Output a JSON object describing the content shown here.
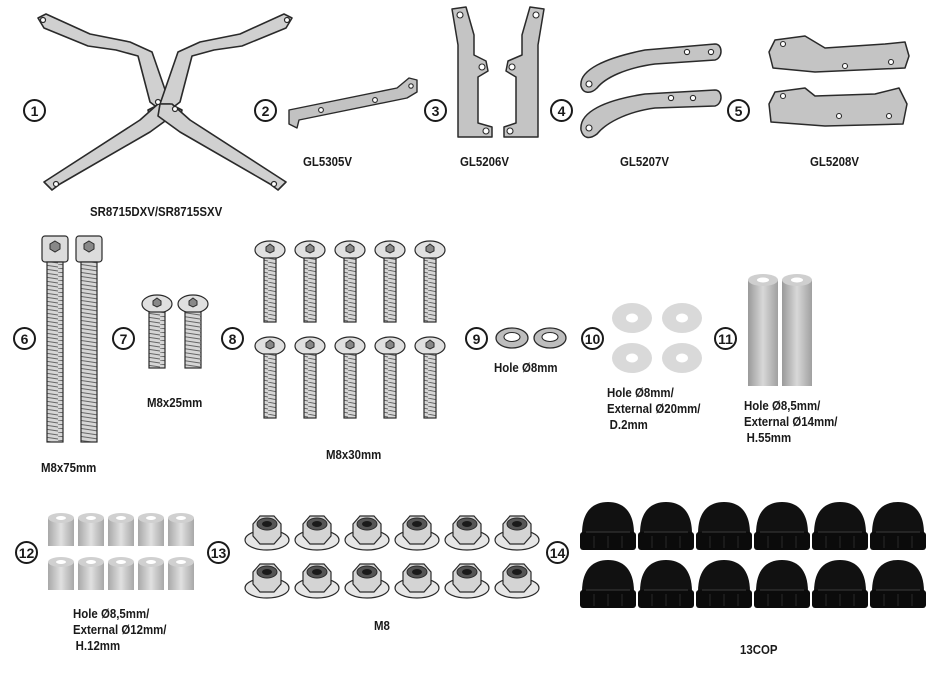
{
  "items": [
    {
      "number": "1",
      "label": "SR8715DXV/SR8715SXV"
    },
    {
      "number": "2",
      "label": "GL5305V"
    },
    {
      "number": "3",
      "label": "GL5206V"
    },
    {
      "number": "4",
      "label": "GL5207V"
    },
    {
      "number": "5",
      "label": "GL5208V"
    },
    {
      "number": "6",
      "label": "M8x75mm"
    },
    {
      "number": "7",
      "label": "M8x25mm"
    },
    {
      "number": "8",
      "label": "M8x30mm"
    },
    {
      "number": "9",
      "label": "Hole Ø8mm"
    },
    {
      "number": "10",
      "lines": [
        "Hole Ø8mm/",
        "External Ø20mm/",
        "D.2mm"
      ]
    },
    {
      "number": "11",
      "lines": [
        "Hole Ø8,5mm/",
        "External Ø14mm/",
        "H.55mm"
      ]
    },
    {
      "number": "12",
      "lines": [
        "Hole Ø8,5mm/",
        "External Ø12mm/",
        "H.12mm"
      ]
    },
    {
      "number": "13",
      "label": "M8"
    },
    {
      "number": "14",
      "label": "13COP"
    }
  ],
  "colors": {
    "metal": "#c8c8c8",
    "outline": "#2a2a2a",
    "cap": "#0d0d0d",
    "washer": "#d9d9d9"
  }
}
